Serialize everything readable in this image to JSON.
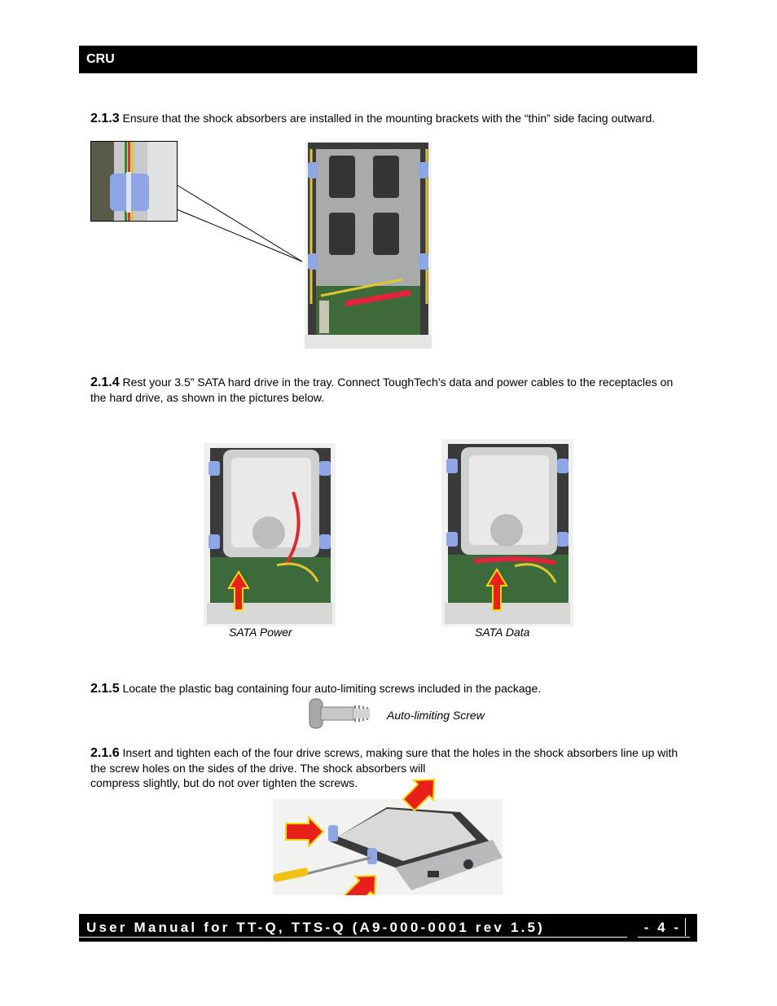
{
  "header": {
    "brand": "CRU"
  },
  "sections": [
    {
      "number": "2.1.3",
      "text": " Ensure that the shock absorbers are installed in the mounting brackets with the “thin” side facing outward."
    },
    {
      "number": "2.1.4",
      "text": " Rest your 3.5” SATA hard drive in the tray.  Connect ToughTech’s data and power cables to the receptacles on the hard drive, as shown in the pictures below."
    },
    {
      "number": "2.1.5",
      "text": " Locate the plastic bag containing four auto-limiting screws included in the package."
    },
    {
      "number": "2.1.6",
      "text": " Insert and tighten each of the four drive screws, making sure that the holes in the shock absorbers line up with the screw holes on the sides of the drive.  The shock absorbers will",
      "text2": "compress slightly, but do not over tighten the screws."
    }
  ],
  "captions": {
    "sata_power": "SATA Power",
    "sata_data": "SATA Data",
    "screw": "Auto-limiting Screw"
  },
  "footer": {
    "title": "User Manual for TT-Q, TTS-Q (A9-000-0001 rev 1.5)",
    "page": "- 4 -"
  },
  "colors": {
    "bar": "#000000",
    "arrow_fill": "#e8201c",
    "arrow_outline": "#f5d90a",
    "absorber": "#8fa6e6"
  }
}
